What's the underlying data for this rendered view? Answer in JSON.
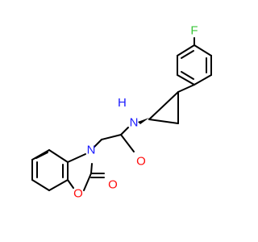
{
  "colors": {
    "bond": "#000000",
    "nitrogen": "#1a1aff",
    "oxygen": "#ff0d0d",
    "fluorine": "#39c639",
    "background": "#ffffff"
  },
  "atoms": {
    "fluorine": "F",
    "amide_nitrogen": "N",
    "amide_hydrogen": "H",
    "carbonyl_oxygen": "O",
    "ring_nitrogen": "N",
    "ring_carbonyl_oxygen": "O",
    "ring_oxygen": "O"
  }
}
